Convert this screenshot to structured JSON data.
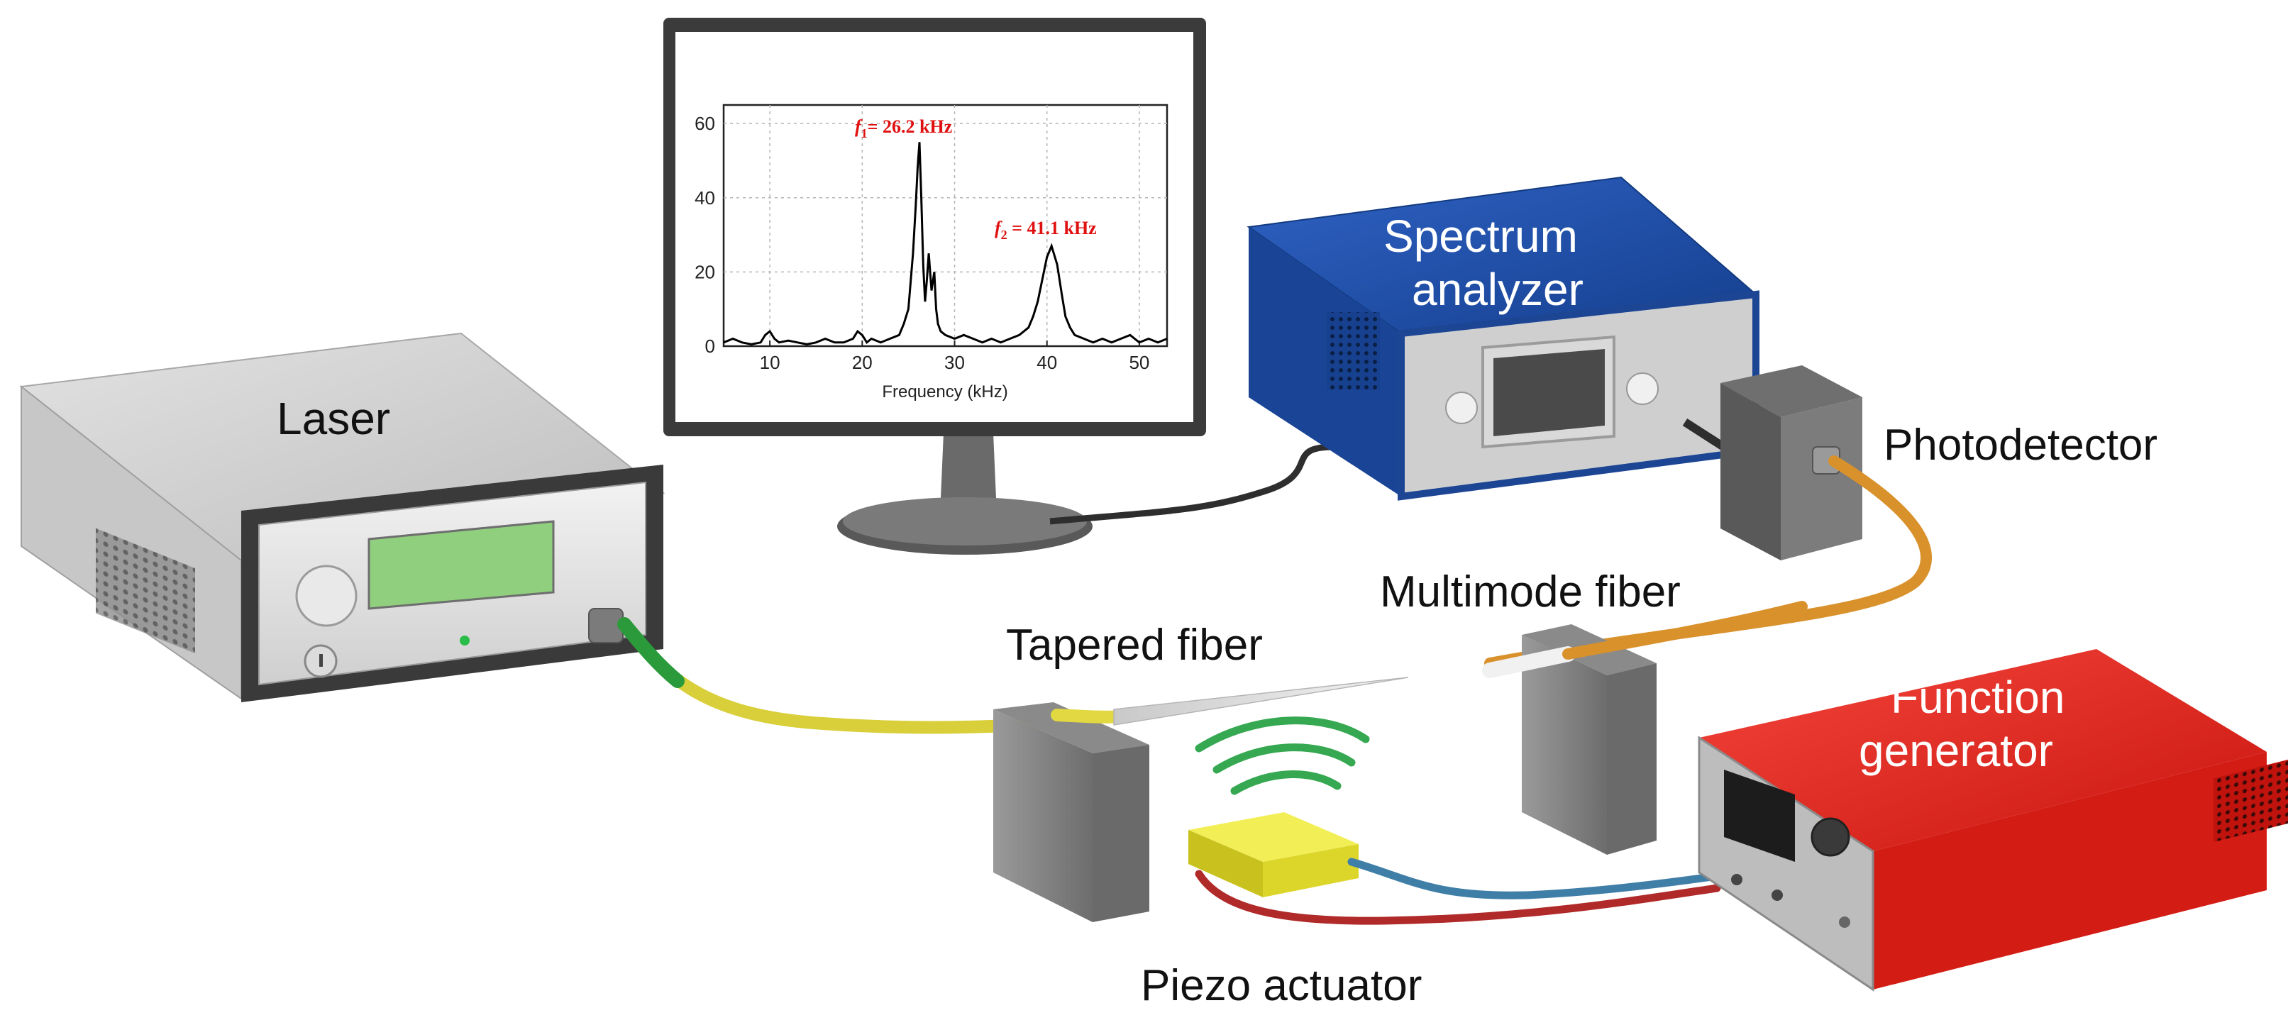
{
  "labels": {
    "laser": "Laser",
    "spectrum_analyzer_line1": "Spectrum",
    "spectrum_analyzer_line2": "analyzer",
    "photodetector": "Photodetector",
    "multimode_fiber": "Multimode fiber",
    "tapered_fiber": "Tapered fiber",
    "function_generator_line1": "Function",
    "function_generator_line2": "generator",
    "piezo_actuator": "Piezo actuator"
  },
  "monitor_chart": {
    "xlabel": "Frequency (kHz)",
    "peak1_var": "f",
    "peak1_sub": "1",
    "peak1_text": "= 26.2 kHz",
    "peak2_var": "f",
    "peak2_sub": "2",
    "peak2_text": " = 41.1 kHz"
  },
  "chart_data": {
    "type": "line",
    "title": "",
    "xlabel": "Frequency (kHz)",
    "ylabel": "",
    "xlim": [
      5,
      53
    ],
    "ylim": [
      0,
      65
    ],
    "xticks": [
      10,
      20,
      30,
      40,
      50
    ],
    "yticks": [
      0,
      20,
      40,
      60
    ],
    "grid": true,
    "line_color": "#000000",
    "annotation_color": "#ff0000",
    "annotations": [
      {
        "text": "f1 = 26.2 kHz",
        "x": 26.2
      },
      {
        "text": "f2 = 41.1 kHz",
        "x": 41.1
      }
    ],
    "series": [
      {
        "x": [
          5,
          6,
          7,
          8,
          9,
          9.5,
          10,
          10.5,
          11,
          12,
          13,
          14,
          15,
          16,
          17,
          18,
          19,
          19.5,
          20,
          20.5,
          21,
          22,
          23,
          24,
          24.5,
          25,
          25.5,
          25.8,
          26.0,
          26.2,
          26.4,
          26.6,
          26.8,
          27.0,
          27.2,
          27.5,
          27.8,
          28.0,
          28.2,
          28.5,
          29,
          30,
          31,
          32,
          33,
          34,
          35,
          36,
          37,
          38,
          38.5,
          39,
          39.5,
          40,
          40.5,
          41.1,
          41.6,
          42,
          42.5,
          43,
          44,
          45,
          46,
          47,
          48,
          49,
          50,
          51,
          52,
          53
        ],
        "y": [
          1,
          2,
          1,
          0.5,
          1,
          3,
          4,
          2,
          1,
          1.5,
          1,
          0.5,
          1,
          2,
          1,
          1,
          2,
          4,
          3,
          1,
          2,
          1,
          2,
          3,
          6,
          10,
          25,
          38,
          48,
          55,
          40,
          22,
          12,
          18,
          25,
          15,
          20,
          10,
          6,
          4,
          3,
          2,
          3,
          2,
          1,
          2,
          1,
          2,
          3,
          5,
          8,
          12,
          18,
          24,
          27,
          22,
          14,
          8,
          5,
          3,
          2,
          1,
          2,
          1,
          2,
          3,
          1,
          2,
          1,
          2
        ]
      }
    ]
  },
  "colors": {
    "laser_fiber": "#d8cf3a",
    "multimode_fiber": "#d9912b",
    "spectrum_analyzer_body": "#1f4fa8",
    "function_generator_body": "#e8261f",
    "piezo_actuator": "#e7e02c",
    "signal_waves": "#36a852",
    "cable_blue": "#3f7ea6",
    "cable_red": "#b02a2a"
  }
}
